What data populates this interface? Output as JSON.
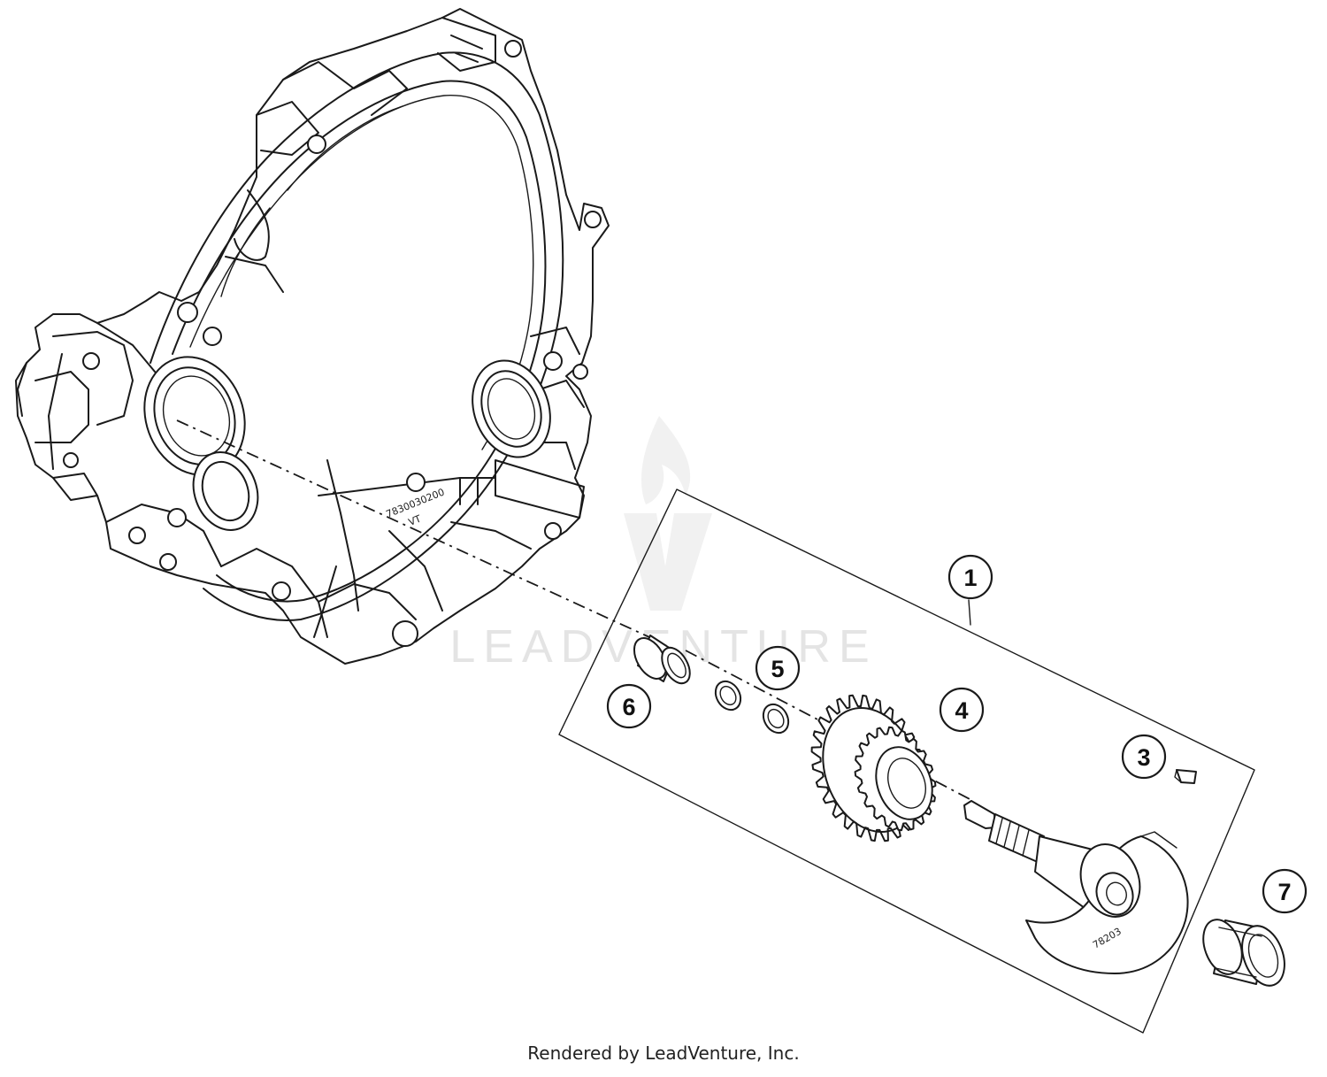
{
  "callouts": [
    {
      "id": "1",
      "label": "1"
    },
    {
      "id": "3",
      "label": "3"
    },
    {
      "id": "4",
      "label": "4"
    },
    {
      "id": "5",
      "label": "5"
    },
    {
      "id": "6",
      "label": "6"
    },
    {
      "id": "7",
      "label": "7"
    }
  ],
  "watermark": {
    "text": "LEADVENTURE"
  },
  "footer": {
    "text": "Rendered by LeadVenture, Inc."
  },
  "cover_markings": {
    "line1": "7830030200",
    "line2": "VT"
  },
  "shaft_marking": "78203"
}
